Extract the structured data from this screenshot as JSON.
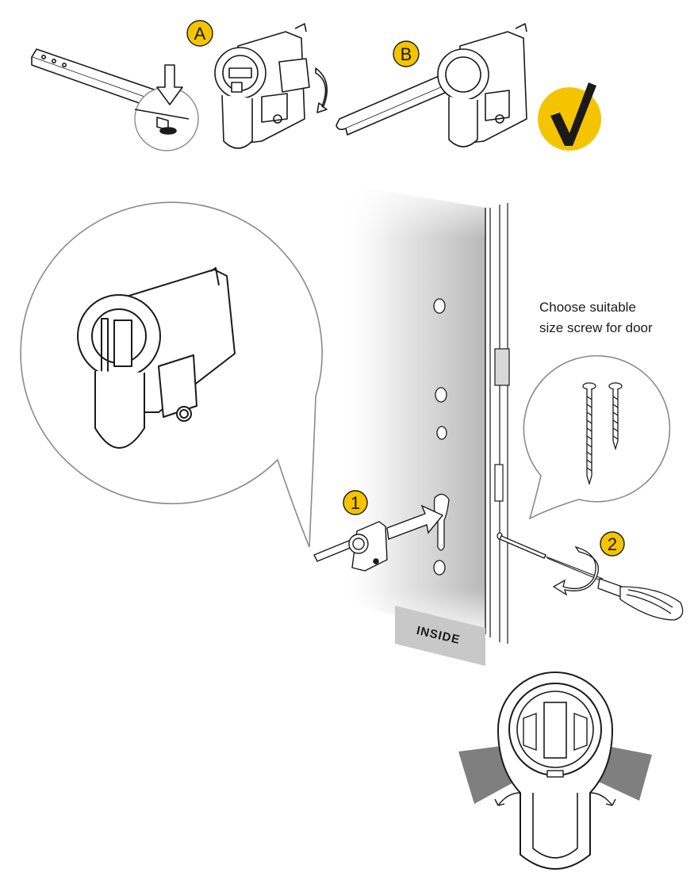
{
  "steps": {
    "a_label": "A",
    "b_label": "B",
    "one_label": "1",
    "two_label": "2"
  },
  "screw_note": {
    "line1": "Choose suitable",
    "line2": "size screw for door"
  },
  "door": {
    "inside_label": "INSIDE"
  },
  "colors": {
    "accent_yellow": "#f5c400",
    "line": "#1a1a1a",
    "bubble_stroke": "#7a7a7a",
    "door_grey": "#c9c9c9",
    "tab_grey": "#7f7f7f",
    "inside_band": "#c8c8c8"
  },
  "icons": {
    "check": "check-icon",
    "rotate": "rotate-arrow-icon",
    "push": "push-arrow-icon"
  }
}
